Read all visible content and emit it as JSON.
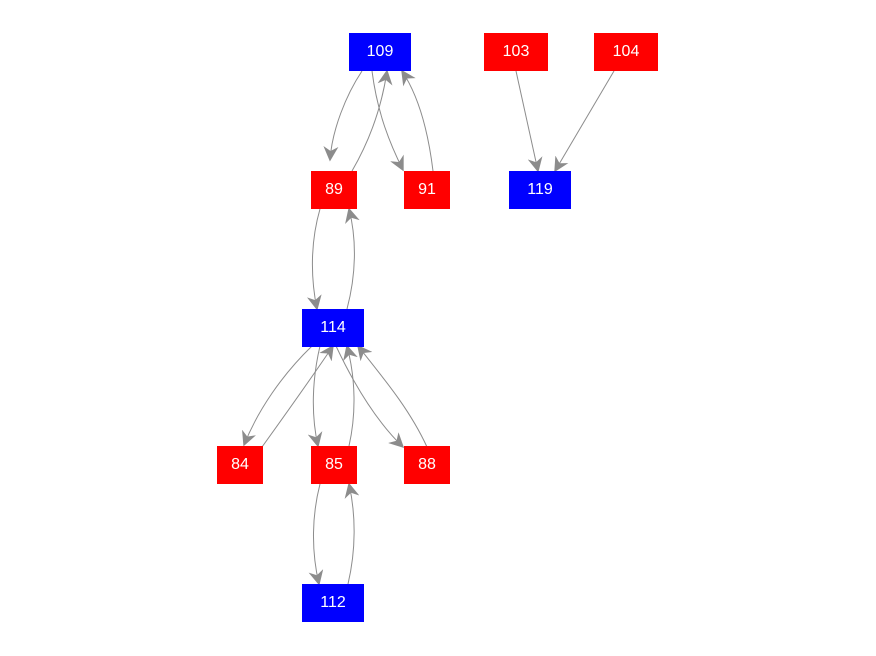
{
  "colors": {
    "blue": "#0000ff",
    "red": "#ff0000",
    "edge": "#8c8c8c",
    "background": "#ffffff"
  },
  "nodes": [
    {
      "id": "109",
      "label": "109",
      "color": "blue"
    },
    {
      "id": "103",
      "label": "103",
      "color": "red"
    },
    {
      "id": "104",
      "label": "104",
      "color": "red"
    },
    {
      "id": "89",
      "label": "89",
      "color": "red"
    },
    {
      "id": "91",
      "label": "91",
      "color": "red"
    },
    {
      "id": "119",
      "label": "119",
      "color": "blue"
    },
    {
      "id": "114",
      "label": "114",
      "color": "blue"
    },
    {
      "id": "84",
      "label": "84",
      "color": "red"
    },
    {
      "id": "85",
      "label": "85",
      "color": "red"
    },
    {
      "id": "88",
      "label": "88",
      "color": "red"
    },
    {
      "id": "112",
      "label": "112",
      "color": "blue"
    }
  ],
  "edges": [
    {
      "from": "109",
      "to": "89"
    },
    {
      "from": "89",
      "to": "109"
    },
    {
      "from": "109",
      "to": "91"
    },
    {
      "from": "91",
      "to": "109"
    },
    {
      "from": "103",
      "to": "119"
    },
    {
      "from": "104",
      "to": "119"
    },
    {
      "from": "89",
      "to": "114"
    },
    {
      "from": "114",
      "to": "89"
    },
    {
      "from": "114",
      "to": "84"
    },
    {
      "from": "84",
      "to": "114"
    },
    {
      "from": "114",
      "to": "85"
    },
    {
      "from": "85",
      "to": "114"
    },
    {
      "from": "114",
      "to": "88"
    },
    {
      "from": "88",
      "to": "114"
    },
    {
      "from": "85",
      "to": "112"
    },
    {
      "from": "112",
      "to": "85"
    }
  ]
}
